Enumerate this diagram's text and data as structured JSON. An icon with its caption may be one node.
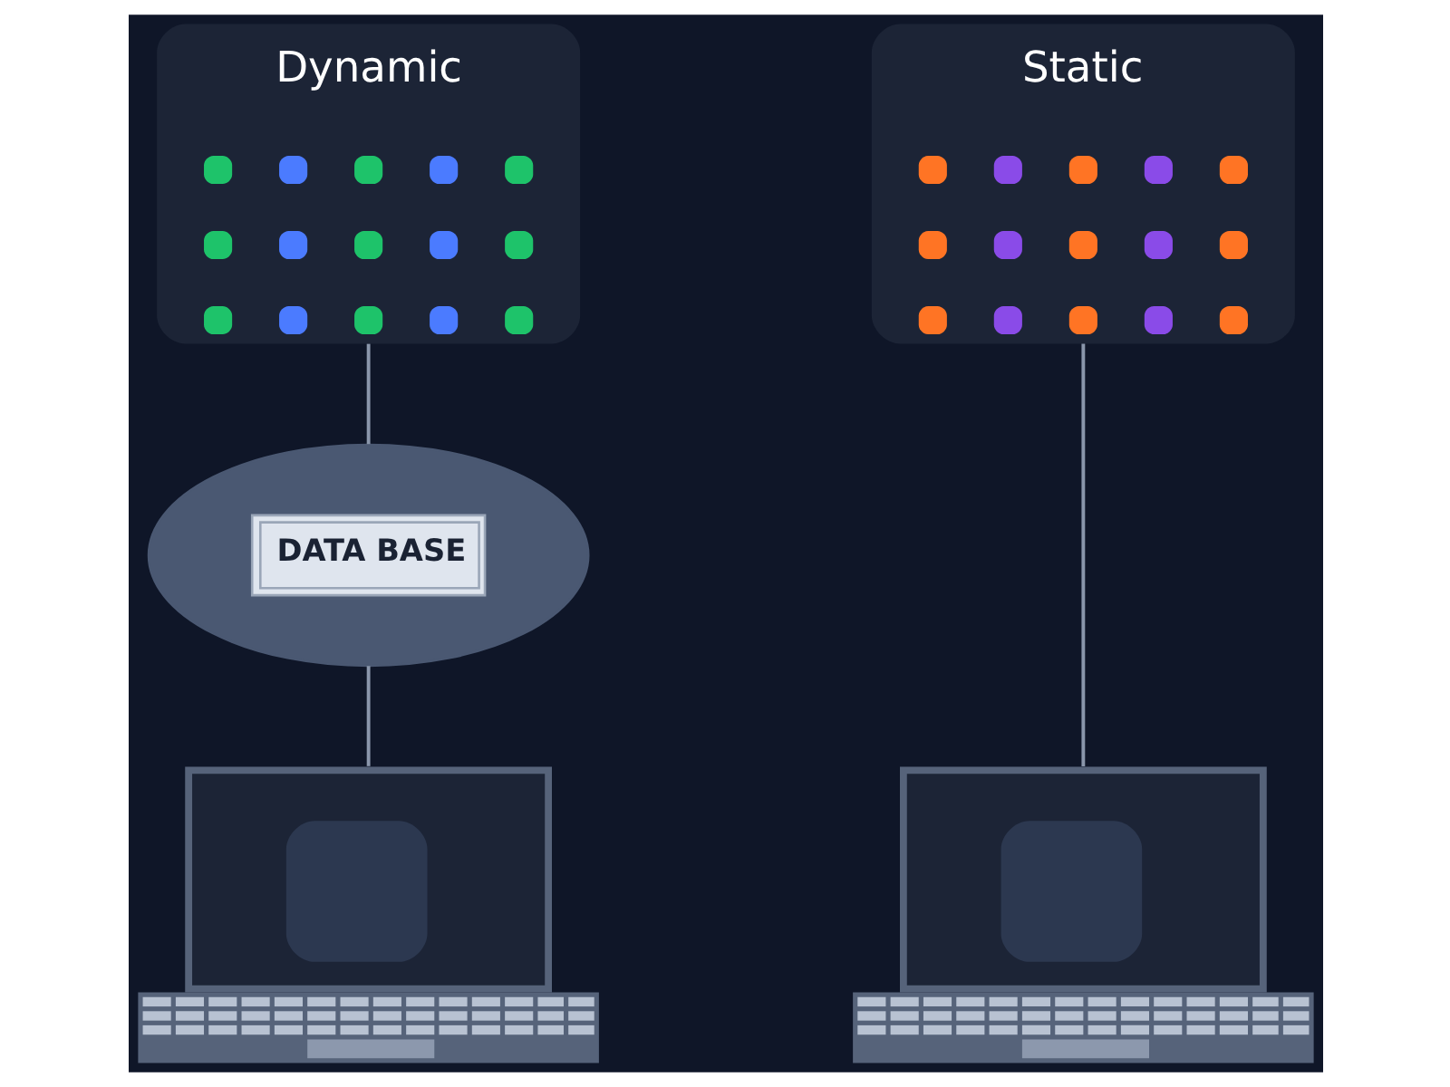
{
  "diagram": {
    "nodes": [
      {
        "text": [
          "Dynamic"
        ]
      },
      {
        "text": [
          "DATA BASE"
        ]
      },
      {
        "text": [],
        "shape": "picture"
      },
      {
        "text": [
          "Static"
        ]
      },
      {
        "text": [],
        "shape": "picture"
      }
    ],
    "edges": [
      {
        "from": 0,
        "to": 1,
        "arrow": "none"
      },
      {
        "from": 1,
        "to": 2,
        "arrow": "none"
      },
      {
        "from": 3,
        "to": 4,
        "arrow": "none"
      }
    ]
  }
}
